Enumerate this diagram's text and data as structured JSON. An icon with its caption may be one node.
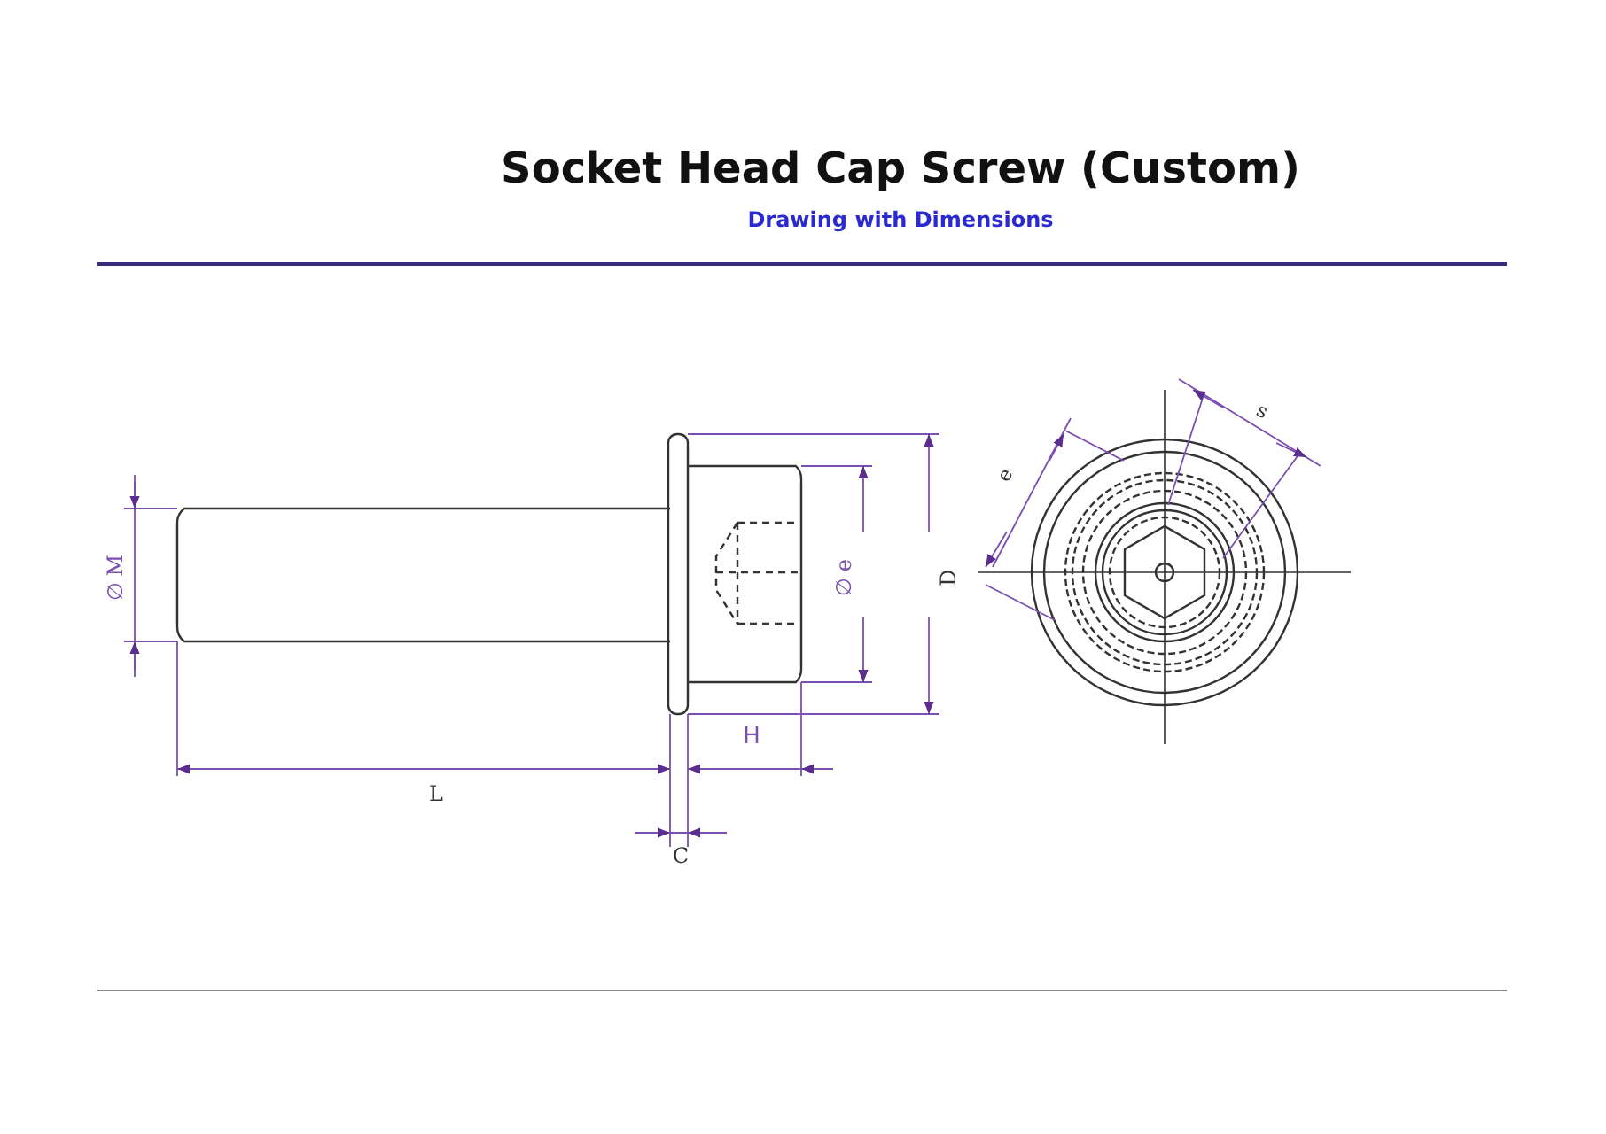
{
  "diagram": {
    "title": "Socket Head Cap Screw (Custom)",
    "labels": [
      "Drawing with Dimensions",
      "s",
      "e",
      "∅ M",
      "∅ e",
      "D",
      "H",
      "L",
      "C"
    ]
  }
}
